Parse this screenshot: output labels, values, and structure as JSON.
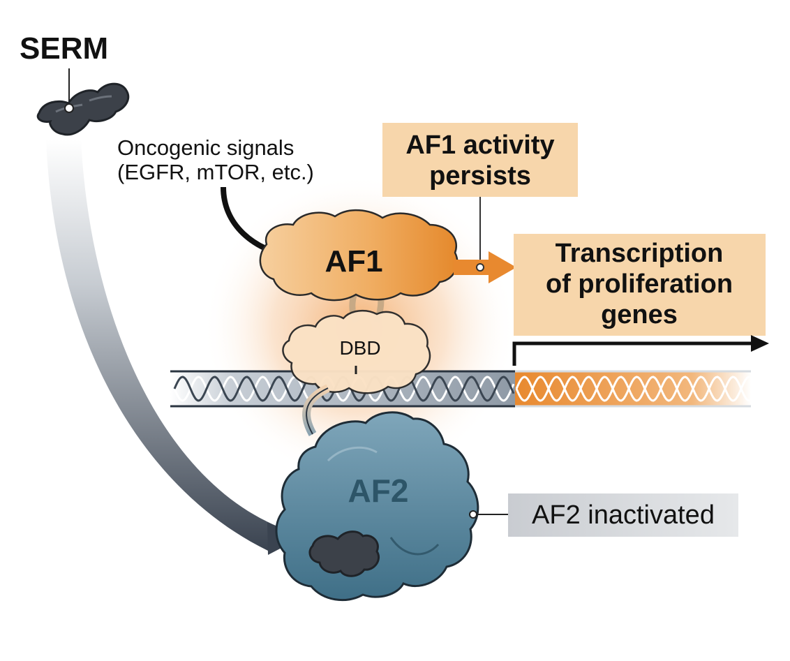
{
  "labels": {
    "serm": "SERM",
    "oncogenic_line1": "Oncogenic signals",
    "oncogenic_line2": "(EGFR, mTOR, etc.)",
    "af1_activity_line1": "AF1 activity",
    "af1_activity_line2": "persists",
    "af1": "AF1",
    "dbd": "DBD",
    "af2": "AF2",
    "transcription_line1": "Transcription",
    "transcription_line2": "of proliferation",
    "transcription_line3": "genes",
    "af2_inactivated": "AF2 inactivated"
  },
  "colors": {
    "af1_orange": "#e8963e",
    "af1_light": "#f9d8b0",
    "label_box_peach": "#f7d6ab",
    "af2_blue": "#4f7f97",
    "af2_label": "#2d5568",
    "serm_dark": "#3b4048",
    "dna_gray": "#8c96a1",
    "gene_orange": "#e8892f",
    "inactivated_box": "#d8dadd"
  }
}
